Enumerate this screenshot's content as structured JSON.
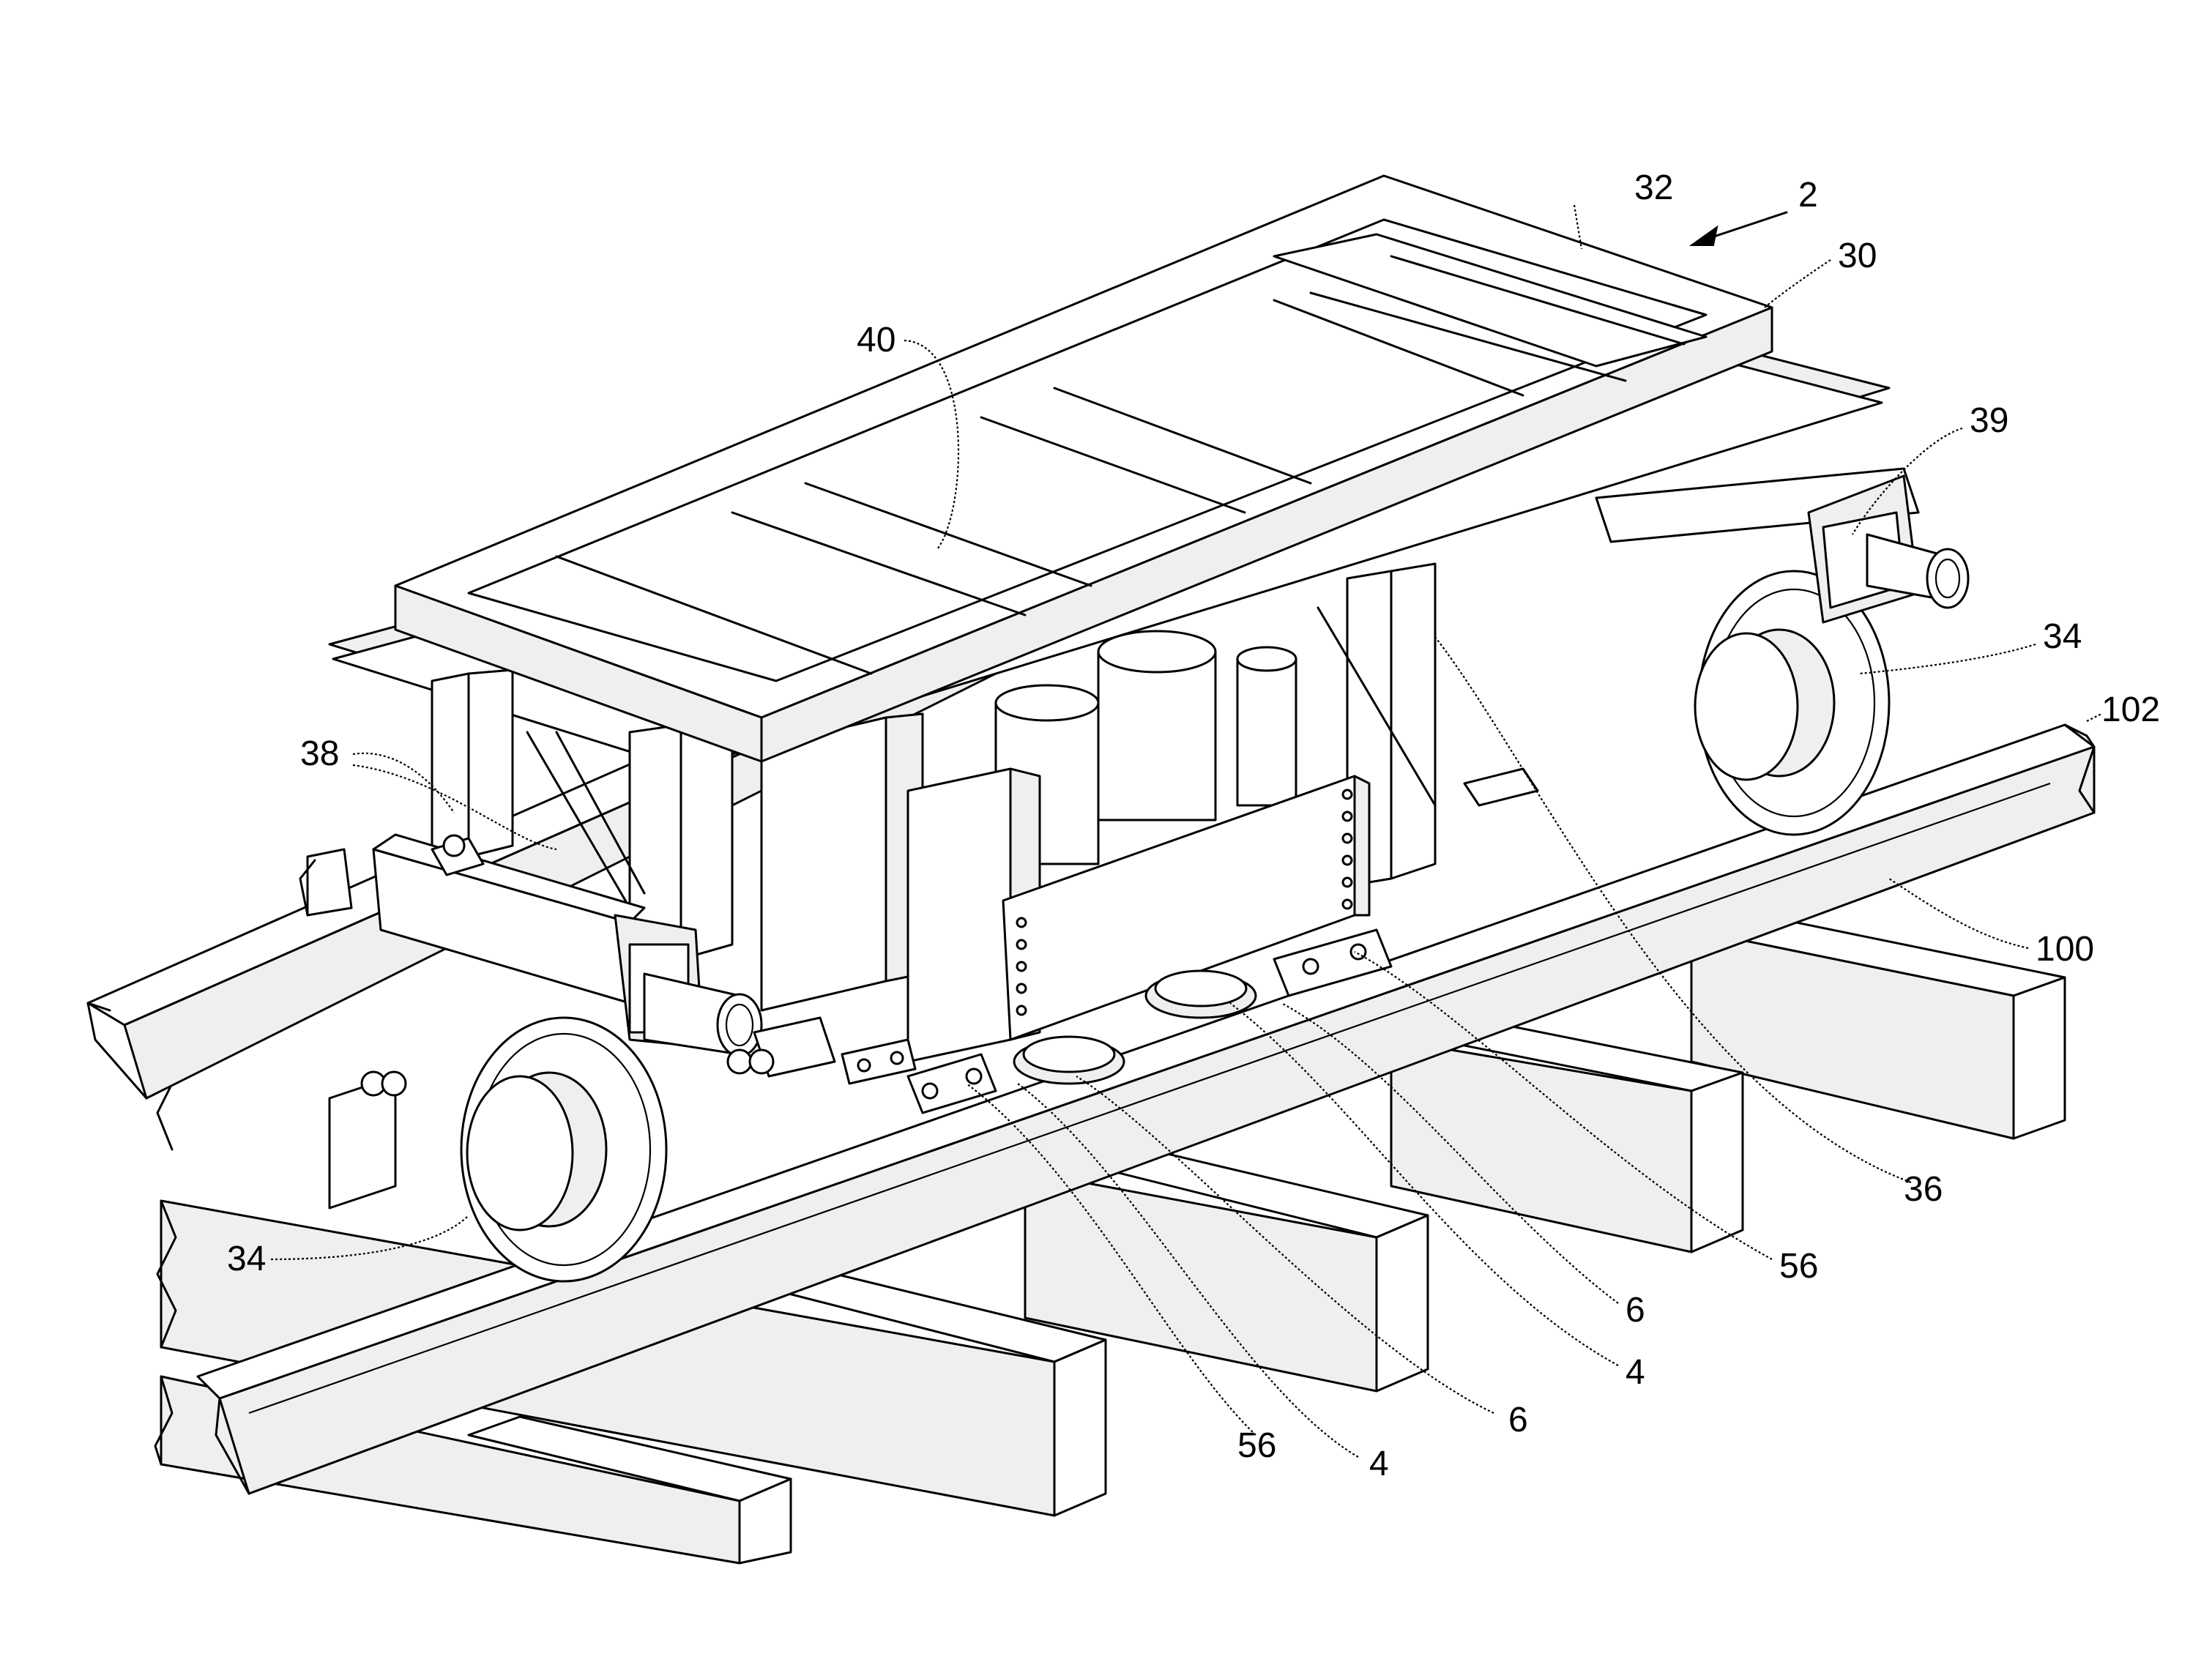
{
  "figure": {
    "labels": {
      "n2": "2",
      "n30": "30",
      "n32": "32",
      "n40": "40",
      "n39": "39",
      "n38": "38",
      "n34_right": "34",
      "n34_left": "34",
      "n102": "102",
      "n100": "100",
      "n36": "36",
      "n56_right": "56",
      "n6_upper": "6",
      "n4_upper": "4",
      "n6_lower": "6",
      "n56_lower": "56",
      "n4_lower": "4"
    }
  }
}
